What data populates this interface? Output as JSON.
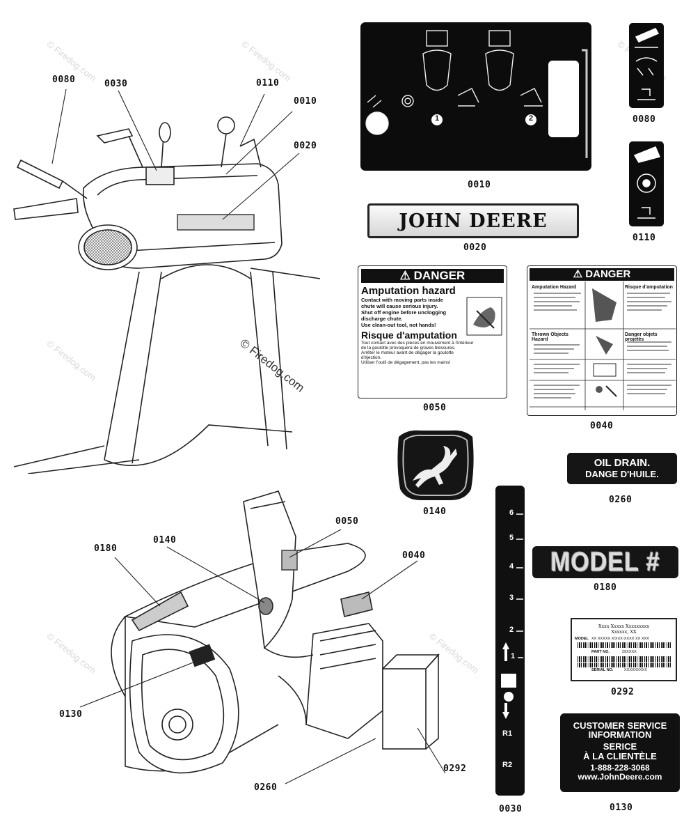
{
  "watermark": "© Firedog.com",
  "callouts": {
    "c0080": "0080",
    "c0030": "0030",
    "c0110": "0110",
    "c0010": "0010",
    "c0020": "0020",
    "c0180": "0180",
    "c0140": "0140",
    "c0050": "0050",
    "c0040": "0040",
    "c0130": "0130",
    "c0260": "0260",
    "c0292": "0292"
  },
  "part_labels": {
    "p0010": "0010",
    "p0080": "0080",
    "p0020": "0020",
    "p0110": "0110",
    "p0050": "0050",
    "p0040": "0040",
    "p0140": "0140",
    "p0260": "0260",
    "p0180": "0180",
    "p0292": "0292",
    "p0030": "0030",
    "p0130": "0130"
  },
  "decal_0010": {
    "step1": "1",
    "step2": "2"
  },
  "decal_0020": {
    "text": "JOHN DEERE"
  },
  "decal_0050": {
    "header": "DANGER",
    "title_en": "Amputation hazard",
    "line1": "Contact with moving parts inside",
    "line2": "chute will cause serious injury.",
    "bullet1a": "Shut off engine before unclogging",
    "bullet1b": "discharge chute.",
    "bullet2": "Use clean-out tool, not hands!",
    "title_fr": "Risque d'amputation",
    "fr1": "Tout contact avec des pièces en mouvement à l'intérieur",
    "fr2": "de la goulotte provoquera de graves blessures.",
    "fr3": "Arrêter le moteur avant de dégager la goulotte",
    "fr4": "d'éjection.",
    "fr5": "Utiliser l'outil de dégagement, pas les mains!"
  },
  "decal_0040": {
    "header": "DANGER",
    "r1_left_title": "Amputation Hazard",
    "r1_right_title": "Risque d'amputation",
    "r2_left_title": "Thrown Objects Hazard",
    "r2_right_title": "Danger objets projetés"
  },
  "decal_0260": {
    "line1": "OIL DRAIN.",
    "line2": "DANGE D'HUILE."
  },
  "decal_0180": {
    "text": "MODEL #"
  },
  "decal_0292": {
    "line1": "Xxxx Xxxxx Xxxxxxxxx",
    "line2": "Xxxxxx, XX",
    "model_label": "MODEL",
    "model_value": "XX XXXXX X/XXX-XXXX XX XXX",
    "part_label": "PART NO.",
    "part_value": "29XXXX",
    "serial_label": "SERIAL NO.",
    "serial_value": "XXXXXXXXX"
  },
  "decal_0130": {
    "l1": "CUSTOMER SERVICE",
    "l2": "INFORMATION",
    "l3": "SERICE",
    "l4": "À LA CLIENTÈLE",
    "l5": "1-888-228-3068",
    "l6": "www.JohnDeere.com"
  },
  "decal_0030": {
    "marks": [
      "6",
      "5",
      "4",
      "3",
      "2",
      "1",
      "R1",
      "R2"
    ]
  }
}
